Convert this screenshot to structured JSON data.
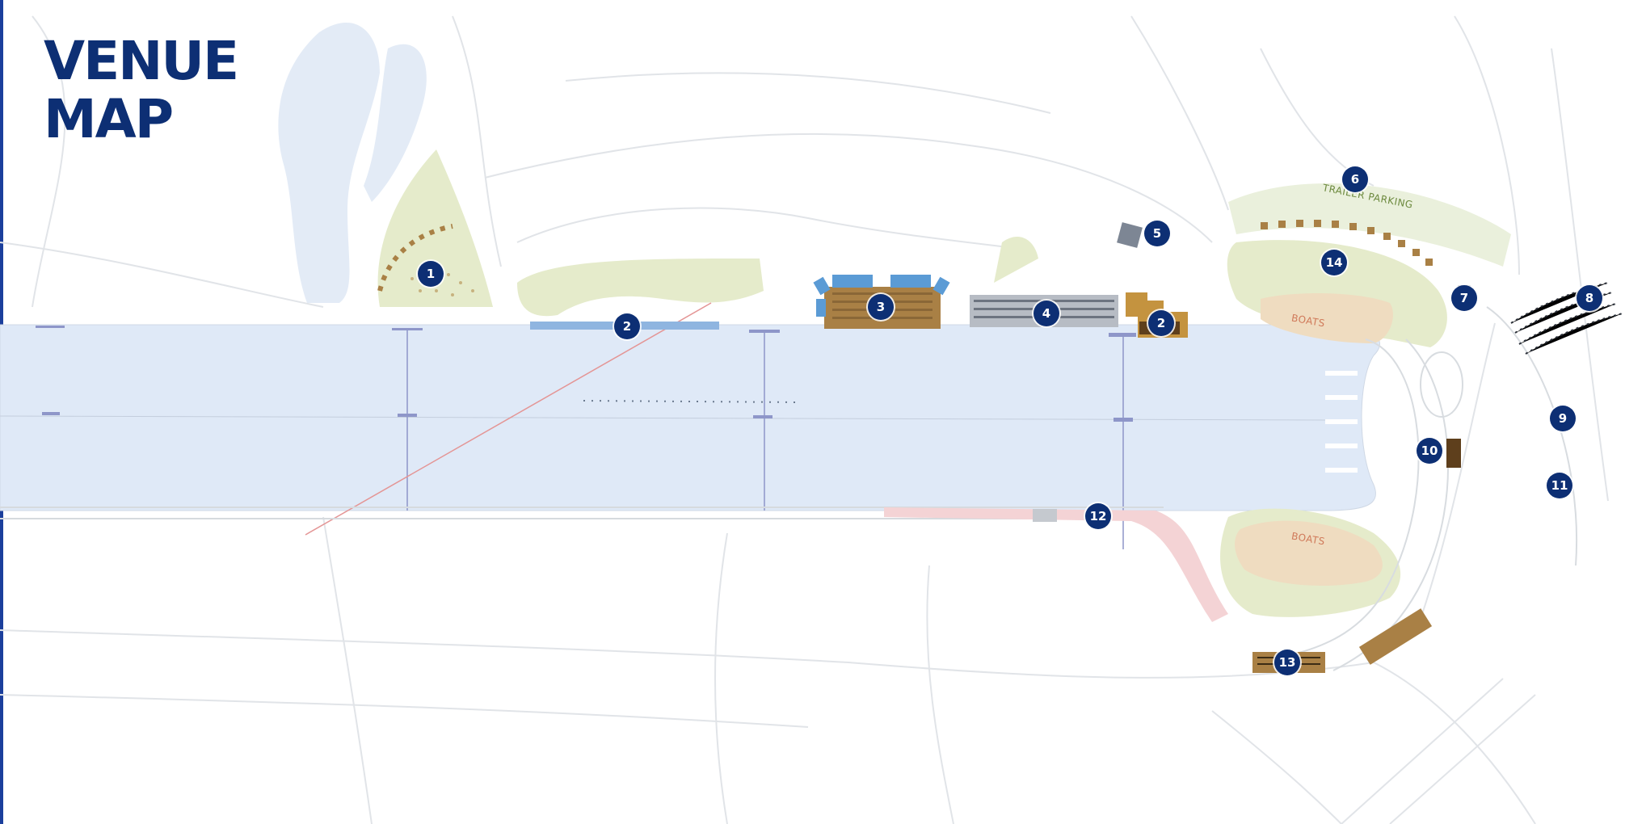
{
  "title": {
    "line1": "VENUE",
    "line2": "MAP"
  },
  "colors": {
    "brand": "#0d2f74",
    "water": "#dfe9f7",
    "lawn": "#e5ebcb",
    "boat_area": "#efdcc0",
    "tribune": "#a98045",
    "line": "#d9dde2"
  },
  "markers": [
    {
      "id": "1"
    },
    {
      "id": "2"
    },
    {
      "id": "3"
    },
    {
      "id": "4"
    },
    {
      "id": "2"
    },
    {
      "id": "5"
    },
    {
      "id": "6"
    },
    {
      "id": "14"
    },
    {
      "id": "7"
    },
    {
      "id": "8"
    },
    {
      "id": "9"
    },
    {
      "id": "10"
    },
    {
      "id": "11"
    },
    {
      "id": "12"
    },
    {
      "id": "13"
    }
  ],
  "labels": {
    "trailer_parking": "TRAILER PARKING",
    "boats_upper": "BOATS",
    "boats_lower": "BOATS"
  }
}
